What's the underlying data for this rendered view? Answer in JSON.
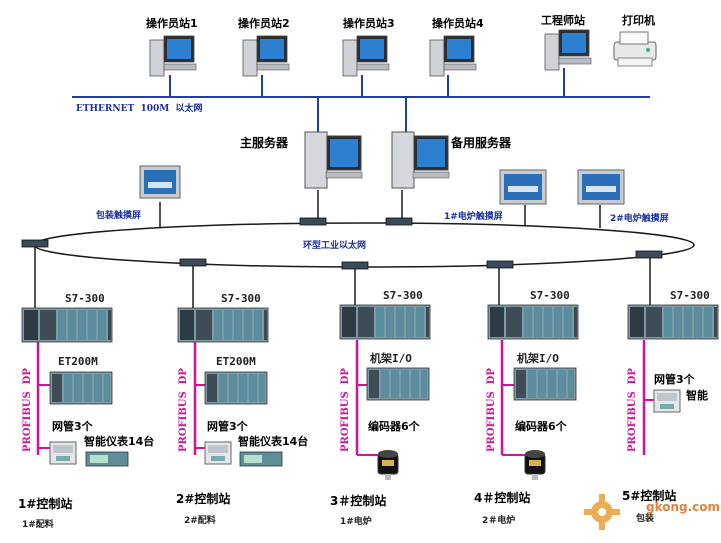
{
  "workstations": [
    "操作员站1",
    "操作员站2",
    "操作员站3",
    "操作员站4"
  ],
  "engineer_station": "工程师站",
  "printer": "打印机",
  "ethernet_label": "ETHERNET  100M  以太网",
  "main_server": "主服务器",
  "backup_server": "备用服务器",
  "touchscreens": {
    "packaging": "包装触摸屏",
    "furnace1": "1#电炉触摸屏",
    "furnace2": "2#电炉触摸屏"
  },
  "ring_label": "环型工业以太网",
  "plc_model": "S7-300",
  "profibus_label": "PROFIBUS  DP",
  "stations": [
    {
      "io": "ET200M",
      "extra1": "网管3个",
      "extra2": "智能仪表14台",
      "name": "1#控制站",
      "sub": "1#配料"
    },
    {
      "io": "ET200M",
      "extra1": "网管3个",
      "extra2": "智能仪表14台",
      "name": "2#控制站",
      "sub": "2#配料"
    },
    {
      "io": "机架I/O",
      "extra1": "编码器6个",
      "extra2": "",
      "name": "3＃控制站",
      "sub": "1#电炉"
    },
    {
      "io": "机架I/O",
      "extra1": "编码器6个",
      "extra2": "",
      "name": "4＃控制站",
      "sub": "2＃电炉"
    },
    {
      "io": "",
      "extra1": "网管3个",
      "extra2": "智能",
      "name": "5#控制站",
      "sub": "包装"
    }
  ],
  "watermark": "gkong.com",
  "colors": {
    "bus": "#1f3fa8",
    "profibus": "#d0139a",
    "ring": "#1a1a1a",
    "screen": "#1f5fa8",
    "module": "#5a8e9e"
  }
}
